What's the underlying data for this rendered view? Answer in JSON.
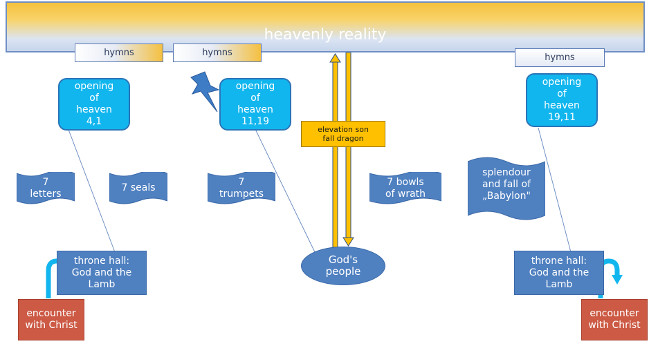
{
  "banner": {
    "title": "heavenly reality"
  },
  "hymns": [
    "hymns",
    "hymns",
    "hymns"
  ],
  "heavens": [
    {
      "line1": "opening",
      "line2": "of",
      "line3": "heaven",
      "ref": "4,1"
    },
    {
      "line1": "opening",
      "line2": "of",
      "line3": "heaven",
      "ref": "11,19"
    },
    {
      "line1": "opening",
      "line2": "of",
      "line3": "heaven",
      "ref": "19,11"
    }
  ],
  "center_box": {
    "line1": "elevation son",
    "line2": "fall dragon"
  },
  "cycles": {
    "letters": {
      "line1": "7",
      "line2": "letters"
    },
    "seals": {
      "line1": "7 seals"
    },
    "trumpets": {
      "line1": "7",
      "line2": "trumpets"
    },
    "bowls": {
      "line1": "7 bowls",
      "line2": "of wrath"
    },
    "babylon": {
      "line1": "splendour",
      "line2": "and fall of",
      "line3": "„Babylon\""
    }
  },
  "people": {
    "line1": "God's",
    "line2": "people"
  },
  "throne_left": {
    "line1": "throne hall:",
    "line2": "God and the",
    "line3": "Lamb"
  },
  "throne_right": {
    "line1": "throne hall:",
    "line2": "God and the",
    "line3": "Lamb"
  },
  "encounter_left": {
    "line1": "encounter",
    "line2": "with Christ"
  },
  "encounter_right": {
    "line1": "encounter",
    "line2": "with Christ"
  },
  "colors": {
    "heaven": "#12b6ee",
    "box_blue": "#4f80c0",
    "encounter_red": "#cc5a45",
    "gold": "#ffc000"
  }
}
